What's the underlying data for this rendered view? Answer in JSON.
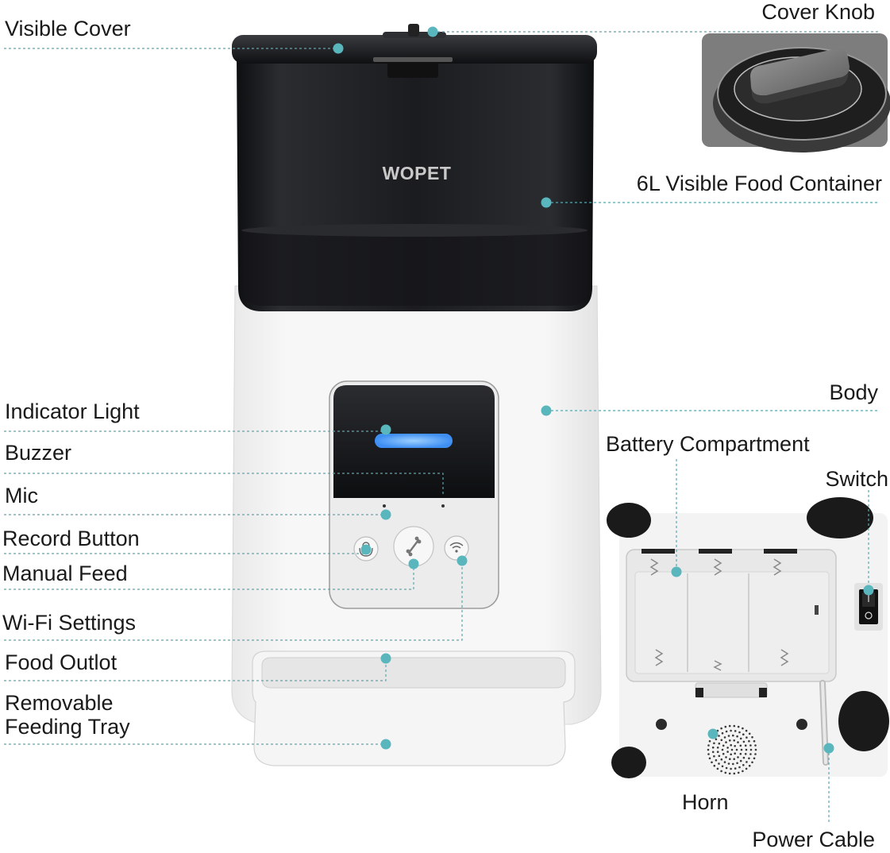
{
  "brand": "WOPET",
  "colors": {
    "callout": "#59b6bd",
    "indicator": "#3f8ff3",
    "container": "#1c1d20",
    "body": "#f4f4f4"
  },
  "labels": {
    "visible_cover": "Visible Cover",
    "cover_knob": "Cover Knob",
    "food_container": "6L Visible Food Container",
    "body": "Body",
    "indicator_light": "Indicator Light",
    "buzzer": "Buzzer",
    "mic": "Mic",
    "record_button": "Record Button",
    "manual_feed": "Manual Feed",
    "wifi_settings": "Wi-Fi Settings",
    "food_outlet": "Food Outlot",
    "tray_line1": "Removable",
    "tray_line2": "Feeding Tray",
    "battery_compartment": "Battery Compartment",
    "switch": "Switch",
    "horn": "Horn",
    "power_cable": "Power Cable"
  },
  "icons": [
    "mic-icon",
    "bone-icon",
    "wifi-icon"
  ]
}
